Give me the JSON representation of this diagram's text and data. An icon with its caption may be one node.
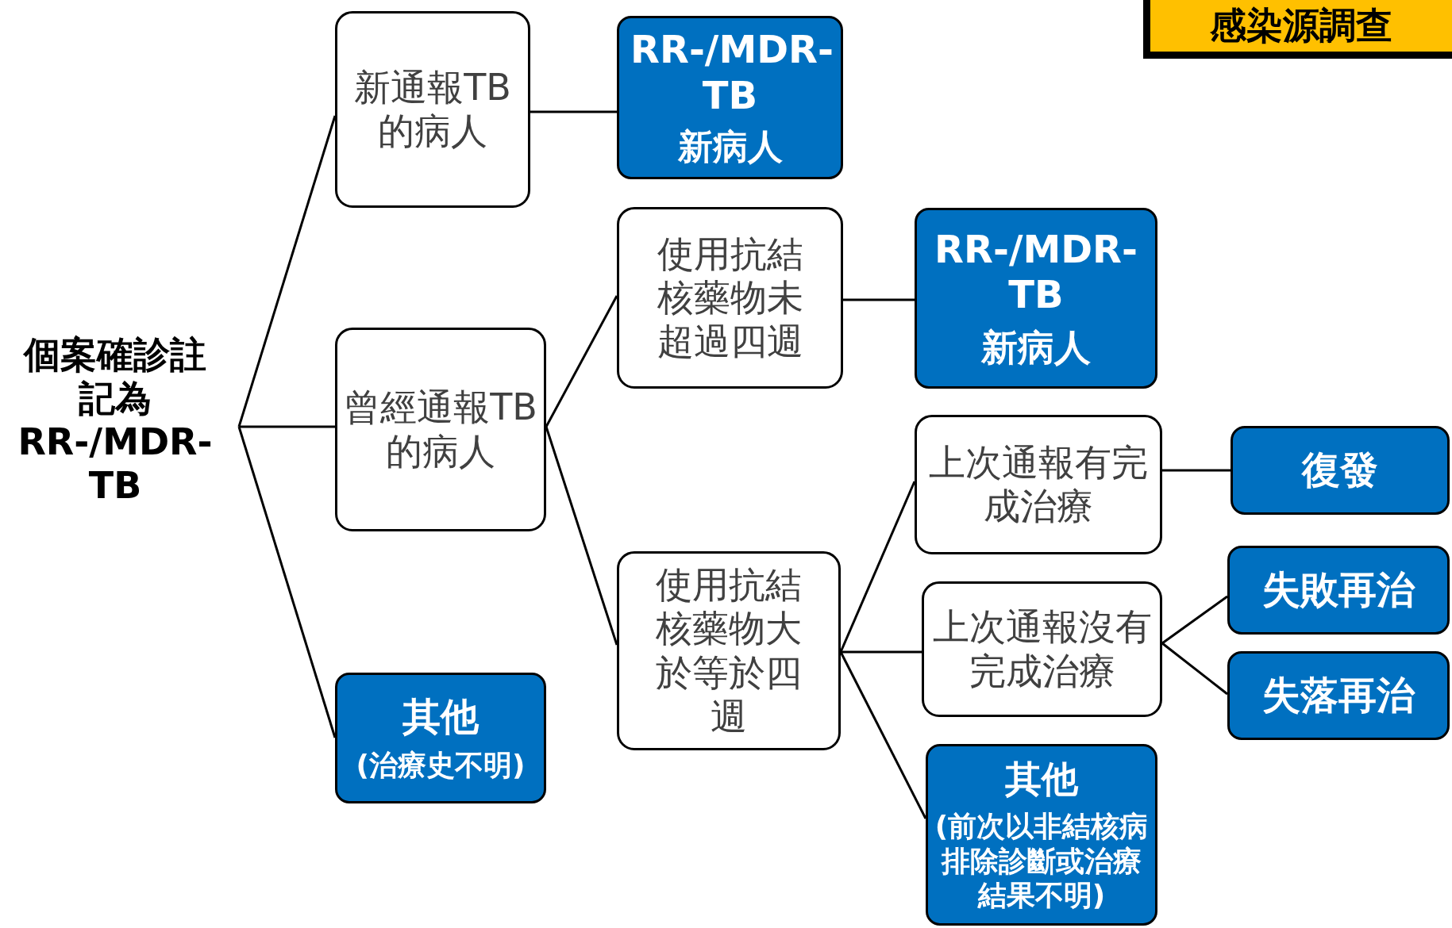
{
  "diagram": {
    "nodes": [
      {
        "text": [
          "個案確診註記為RR-/MDR-TB"
        ]
      },
      {
        "text": [
          "新通報TB的病人"
        ]
      },
      {
        "text": [
          "曾經通報TB的病人"
        ]
      },
      {
        "text": [
          "其他",
          "(治療史不明)"
        ]
      },
      {
        "text": [
          "RR-/MDR-TB",
          "新病人"
        ]
      },
      {
        "text": [
          "使用抗結核藥物未超過四週"
        ]
      },
      {
        "text": [
          "RR-/MDR-TB",
          "新病人"
        ]
      },
      {
        "text": [
          "使用抗結核藥物大於等於四週"
        ]
      },
      {
        "text": [
          "上次通報有完成治療"
        ]
      },
      {
        "text": [
          "復發"
        ]
      },
      {
        "text": [
          "上次通報沒有完成治療"
        ]
      },
      {
        "text": [
          "失敗再治"
        ]
      },
      {
        "text": [
          "失落再治"
        ]
      },
      {
        "text": [
          "其他",
          "(前次以非結核病排除診斷或治療結果不明)"
        ]
      },
      {
        "text": [
          "感染源調查"
        ]
      }
    ],
    "edges": [
      {
        "from": 0,
        "to": 1,
        "arrow": "none"
      },
      {
        "from": 0,
        "to": 2,
        "arrow": "none"
      },
      {
        "from": 0,
        "to": 3,
        "arrow": "none"
      },
      {
        "from": 1,
        "to": 4,
        "arrow": "none"
      },
      {
        "from": 2,
        "to": 5,
        "arrow": "none"
      },
      {
        "from": 2,
        "to": 7,
        "arrow": "none"
      },
      {
        "from": 5,
        "to": 6,
        "arrow": "none"
      },
      {
        "from": 7,
        "to": 8,
        "arrow": "none"
      },
      {
        "from": 7,
        "to": 10,
        "arrow": "none"
      },
      {
        "from": 7,
        "to": 13,
        "arrow": "none"
      },
      {
        "from": 8,
        "to": 9,
        "arrow": "none"
      },
      {
        "from": 10,
        "to": 11,
        "arrow": "none"
      },
      {
        "from": 10,
        "to": 12,
        "arrow": "none"
      }
    ]
  }
}
